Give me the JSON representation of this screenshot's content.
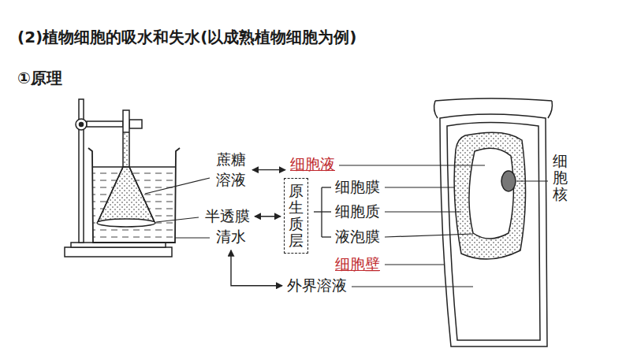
{
  "diagram": {
    "title": "(2)植物细胞的吸水和失水(以成熟植物细胞为例)",
    "nodes": [
      {
        "text": [
          "蔗糖溶液"
        ]
      },
      {
        "text": [
          "细胞液"
        ]
      },
      {
        "text": [
          "半透膜"
        ]
      },
      {
        "text": [
          "原生质层"
        ]
      },
      {
        "text": [
          "清水"
        ]
      },
      {
        "text": [
          "外界溶液"
        ]
      }
    ],
    "edges": [
      {
        "from": 0,
        "to": 1,
        "arrow": "both"
      },
      {
        "from": 2,
        "to": 3,
        "arrow": "both"
      },
      {
        "from": 4,
        "to": 5,
        "arrow": "both"
      }
    ],
    "labels": [
      "①原理",
      "细胞膜",
      "细胞质",
      "液泡膜",
      "细胞壁",
      "细胞核"
    ]
  }
}
